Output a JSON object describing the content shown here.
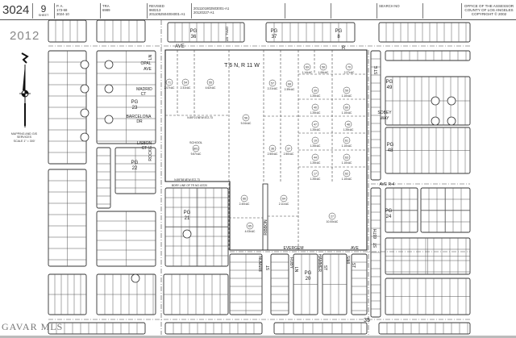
{
  "header": {
    "map_book": "3024",
    "sheet_number": "9",
    "sheet_label": "SHEET",
    "pa_label": "P. A.",
    "pa_line1": "173-68",
    "pa_line2": "3024-10",
    "tra_label": "TRA",
    "tra_value": "6989",
    "revised_label": "REVISED",
    "revised_line1": "960213",
    "revised_line2": "20110525040040​01-A1",
    "rev2_line1": "2011101802503001-A1",
    "rev2_line2": "20120227-A1",
    "search_label": "SEARCH NO",
    "office_line1": "OFFICE OF THE ASSESSOR",
    "office_line2": "COUNTY OF LOS ANGELES",
    "office_line3": "COPYRIGHT © 2002"
  },
  "legend": {
    "year": "2012",
    "scale_line1": "MAPPING AND GIS",
    "scale_line2": "SERVICES",
    "scale_line3": "SCALE 1\" = 300'",
    "north_arrow_icon": "north-arrow"
  },
  "township": "T 6 N, R 11 W",
  "streets": [
    "AVE",
    "R",
    "LN",
    "OPAL",
    "AVE",
    "MADRID",
    "CT",
    "BARCELONA",
    "DR",
    "LISBON",
    "CT",
    "ROCKIE",
    "OPAL ST",
    "ST E",
    "SOBEY",
    "WAY",
    "AVE R-4",
    "65TH",
    "ST",
    "RIBBON",
    "EVERGEM",
    "AVE",
    "RIBBON",
    "ST",
    "RUBY",
    "LN",
    "HAMMER",
    "ST",
    "SIMI",
    "ST",
    "35"
  ],
  "page_refs": [
    {
      "pg": "PG",
      "num": "36"
    },
    {
      "pg": "PG",
      "num": "37"
    },
    {
      "pg": "PG",
      "num": "8"
    },
    {
      "pg": "PG",
      "num": "23"
    },
    {
      "pg": "PG",
      "num": "22"
    },
    {
      "pg": "PG",
      "num": "49"
    },
    {
      "pg": "PG",
      "num": "48"
    },
    {
      "pg": "PG",
      "num": "24"
    },
    {
      "pg": "PG",
      "num": "21"
    },
    {
      "pg": "PG",
      "num": "20"
    }
  ],
  "annotations": [
    "N 89°01'56\"W   872.73",
    "N 89°58'48\"W   872.73",
    "BDRY LINE OF TR NO 43720",
    "SCHOOL"
  ],
  "parcels": [
    {
      "number": "71",
      "acreage": "2.07±AC"
    },
    {
      "number": "54",
      "acreage": "2.31±AC"
    },
    {
      "number": "55",
      "acreage": "4.62±AC"
    },
    {
      "number": "56",
      "acreage": "9.24±AC"
    },
    {
      "number": "57",
      "acreage": "2.21±AC"
    },
    {
      "number": "68",
      "acreage": "2.39±AC"
    },
    {
      "number": "69",
      "acreage": "1.14±AC"
    },
    {
      "number": "58",
      "acreage": "1.06±AC"
    },
    {
      "number": "70",
      "acreage": "2.27±AC"
    },
    {
      "number": "39",
      "acreage": "1.25±AC"
    },
    {
      "number": "59",
      "acreage": "1.10±AC"
    },
    {
      "number": "40",
      "acreage": "1.25±AC"
    },
    {
      "number": "60",
      "acreage": "1.10±AC"
    },
    {
      "number": "47",
      "acreage": "1.25±AC"
    },
    {
      "number": "48",
      "acreage": "1.25±AC"
    },
    {
      "number": "19",
      "acreage": "1.25±AC"
    },
    {
      "number": "61",
      "acreage": "1.10±AC"
    },
    {
      "number": "44",
      "acreage": "1.25±AC"
    },
    {
      "number": "63",
      "acreage": "1.10±AC"
    },
    {
      "number": "17",
      "acreage": "1.25±AC"
    },
    {
      "number": "62",
      "acreage": "1.10±AC"
    },
    {
      "number": "36",
      "acreage": "2.50±AC"
    },
    {
      "number": "37",
      "acreage": "2.50±AC"
    },
    {
      "number": "66",
      "acreage": "2.40±AC"
    },
    {
      "number": "64",
      "acreage": "2.11±AC"
    },
    {
      "number": "65",
      "acreage": "4.03±AC"
    },
    {
      "number": "27",
      "acreage": "10.00±AC"
    },
    {
      "number": "801",
      "acreage": "9.87±AC"
    }
  ],
  "watermark": "GAVAR MLS"
}
